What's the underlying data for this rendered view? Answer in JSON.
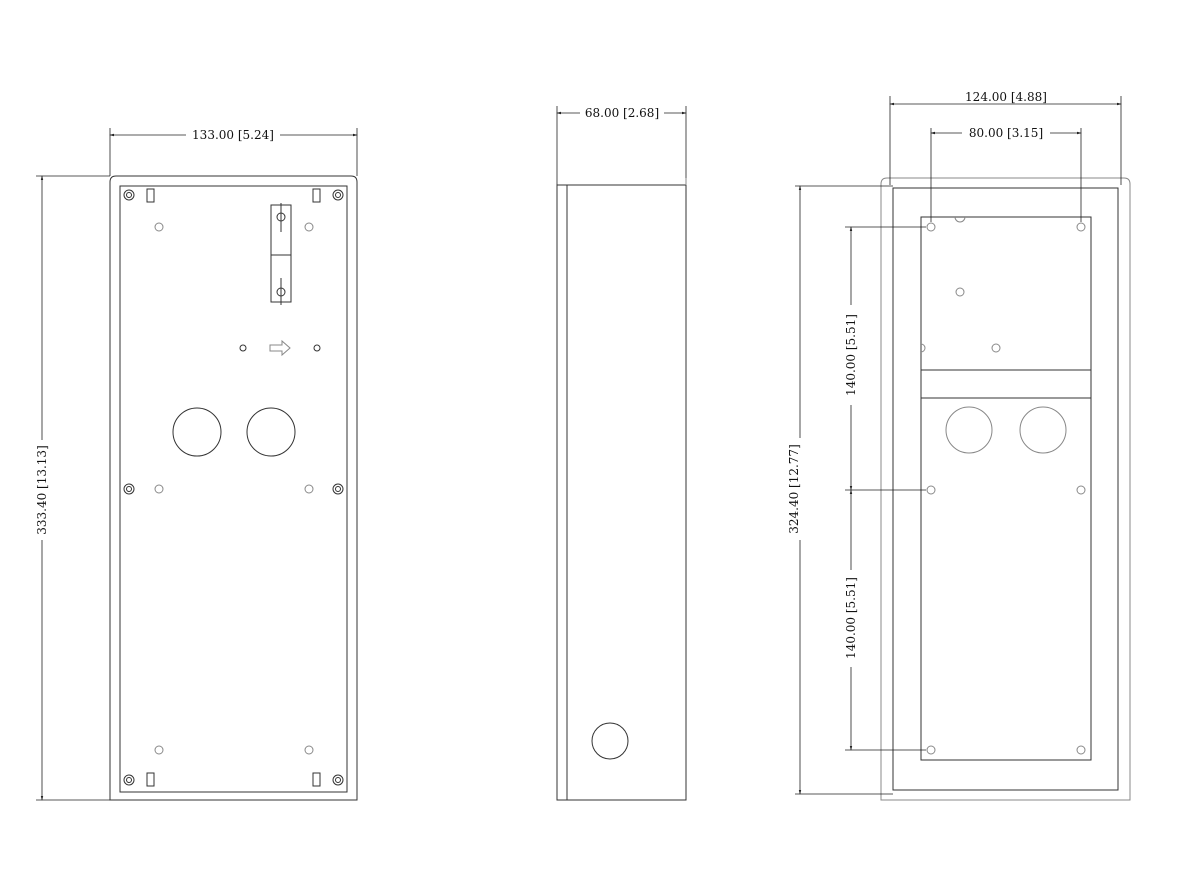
{
  "views": {
    "back": {
      "width_label": "133.00 [5.24]",
      "height_label": "333.40 [13.13]"
    },
    "side": {
      "depth_label": "68.00 [2.68]"
    },
    "front": {
      "width_label": "124.00 [4.88]",
      "hole_spacing_label": "80.00 [3.15]",
      "height_label": "324.40 [12.77]",
      "upper_spacing_label": "140.00 [5.51]",
      "lower_spacing_label": "140.00 [5.51]"
    }
  }
}
